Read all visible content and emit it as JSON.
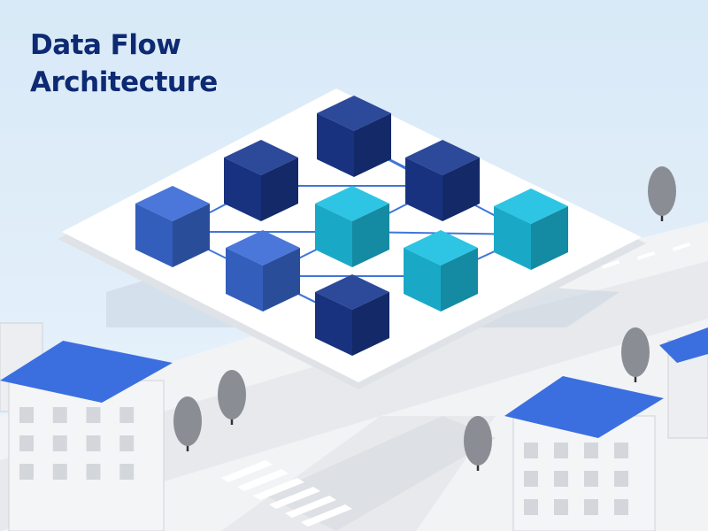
{
  "title": {
    "line1": "Data Flow",
    "line2": "Architecture"
  },
  "colors": {
    "sky_top": "#d8e9f7",
    "sky_bottom": "#eaf3fb",
    "title": "#0d2a73",
    "platform": "#ffffff",
    "platform_shadow": "#dfe3e8",
    "connector": "#3f76d9",
    "navy": "#1b3990",
    "royal": "#3a6bd6",
    "cyan": "#1cc0e2",
    "roof": "#3b6fe0",
    "road": "#e7e9ec",
    "tree": "#8a8e94"
  },
  "nodes": [
    {
      "id": "n1",
      "color": "navy"
    },
    {
      "id": "n2",
      "color": "navy"
    },
    {
      "id": "n3",
      "color": "cyan"
    },
    {
      "id": "n4",
      "color": "navy"
    },
    {
      "id": "n5",
      "color": "cyan"
    },
    {
      "id": "n6",
      "color": "cyan"
    },
    {
      "id": "n7",
      "color": "royal"
    },
    {
      "id": "n8",
      "color": "royal"
    },
    {
      "id": "n9",
      "color": "navy"
    }
  ],
  "links": [
    [
      "n2",
      "n1"
    ],
    [
      "n1",
      "n3"
    ],
    [
      "n4",
      "n2"
    ],
    [
      "n2",
      "n5"
    ],
    [
      "n5",
      "n3"
    ],
    [
      "n3",
      "n6"
    ],
    [
      "n4",
      "n7"
    ],
    [
      "n7",
      "n5"
    ],
    [
      "n5",
      "n8"
    ],
    [
      "n8",
      "n6"
    ],
    [
      "n7",
      "n9"
    ],
    [
      "n9",
      "n8"
    ]
  ]
}
